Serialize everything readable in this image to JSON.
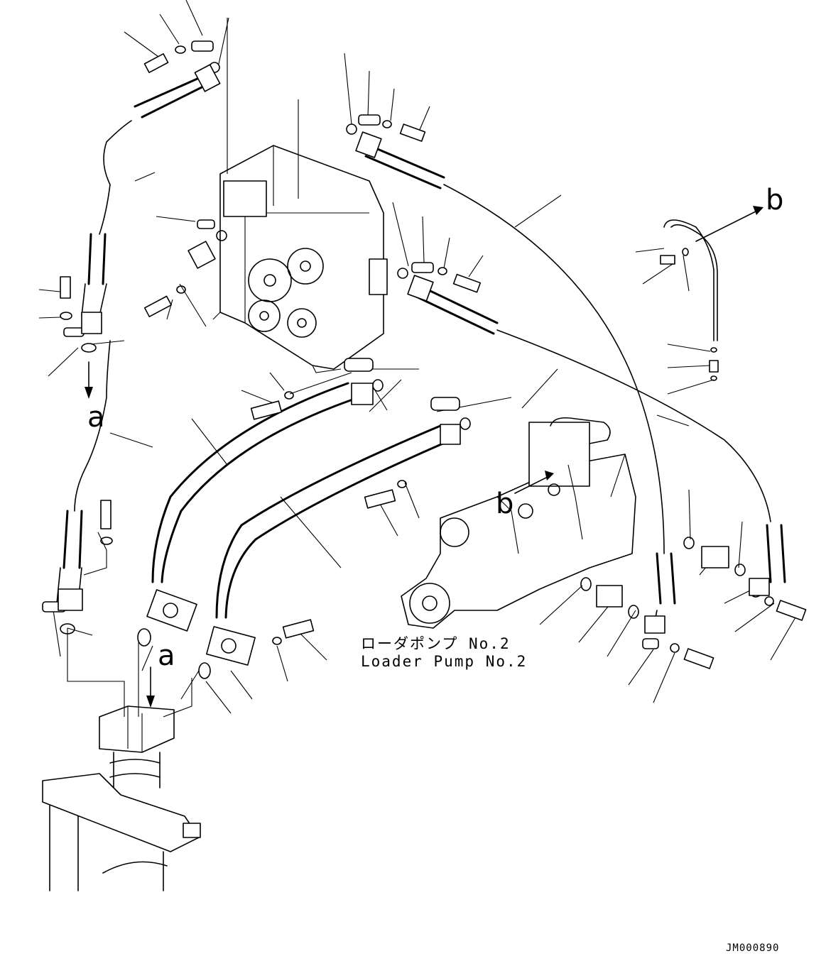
{
  "caption": {
    "japanese": "ローダポンプ No.2",
    "english": "Loader Pump No.2"
  },
  "arrow_labels": {
    "a": "a",
    "b": "b"
  },
  "figure_code": "JM000890"
}
